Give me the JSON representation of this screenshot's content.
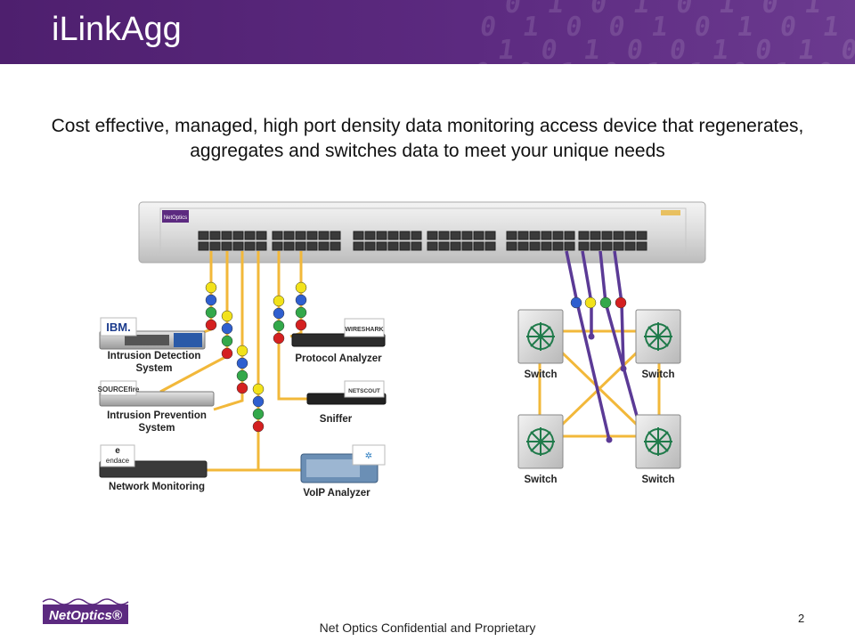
{
  "slide": {
    "title": "iLinkAgg",
    "subtitle": "Cost effective, managed, high port density data monitoring access device that regenerates, aggregates and switches data to meet your unique needs"
  },
  "devices": {
    "ids_logo": "IBM.",
    "ids_line1": "Intrusion Detection",
    "ids_line2": "System",
    "ips_logo": "SOURCEfire",
    "ips_line1": "Intrusion Prevention",
    "ips_line2": "System",
    "nm_logo": "endace",
    "nm_label": "Network Monitoring",
    "pa_logo": "WIRESHARK",
    "pa_label": "Protocol Analyzer",
    "sniffer_logo": "NETSCOUT",
    "sniffer_label": "Sniffer",
    "voip_label": "VoIP Analyzer"
  },
  "switches": {
    "s1": "Switch",
    "s2": "Switch",
    "s3": "Switch",
    "s4": "Switch"
  },
  "appliance": {
    "brand": "NetOptics"
  },
  "footer": {
    "brand": "NetOptics®",
    "confidential": "Net Optics Confidential and Proprietary",
    "page": "2"
  },
  "colors": {
    "header": "#5c2a80",
    "cable": "#f2b83a",
    "purple_cable": "#5b3a96",
    "dot_yellow": "#f2e21a",
    "dot_blue": "#2f5fcf",
    "dot_green": "#33a84a",
    "dot_red": "#d42020"
  }
}
